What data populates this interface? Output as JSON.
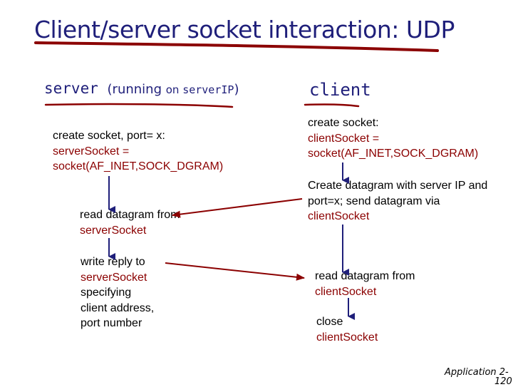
{
  "title": "Client/server socket interaction: UDP",
  "server": {
    "heading": "server",
    "paren_open": "(running ",
    "paren_on": "on ",
    "paren_ip": "serverIP",
    "paren_close": ")",
    "step1_line1": "create socket, port= x:",
    "step1_line2": "serverSocket =",
    "step1_line3": "socket(AF_INET,SOCK_DGRAM)",
    "step2_line1": "read datagram from",
    "step2_line2": "serverSocket",
    "step3_line1": "write reply to",
    "step3_line2": "serverSocket",
    "step3_line3": "specifying",
    "step3_line4": "client address,",
    "step3_line5": "port number"
  },
  "client": {
    "heading": "client",
    "step1_line1": "create socket:",
    "step1_line2": "clientSocket =",
    "step1_line3": "socket(AF_INET,SOCK_DGRAM)",
    "step2_line1": "Create datagram with server IP and",
    "step2_line2": "port=x; send datagram via",
    "step2_line3": "clientSocket",
    "step3_line1": "read datagram from",
    "step3_line2": "clientSocket",
    "step4_line1": "close",
    "step4_line2": "clientSocket"
  },
  "footer": {
    "line1": "Application 2-",
    "line2": "120"
  },
  "colors": {
    "title": "#1f1f7a",
    "accent_red": "#8b0000",
    "arrow_blue": "#1f1f7a"
  }
}
